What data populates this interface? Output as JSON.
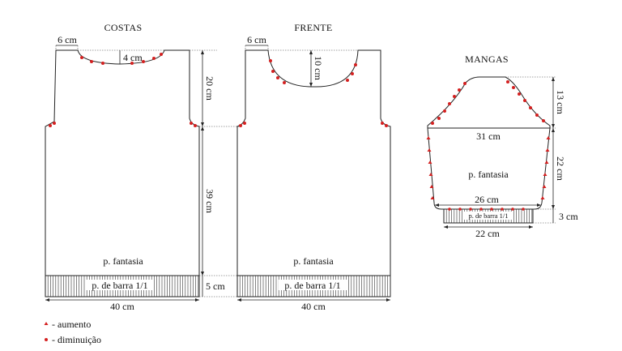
{
  "titles": {
    "back": "COSTAS",
    "front": "FRENTE",
    "sleeves": "MANGAS"
  },
  "back": {
    "shoulder": "6 cm",
    "neck_depth": "4 cm",
    "armhole": "20 cm",
    "body": "39 cm",
    "rib_height": "5 cm",
    "width": "40 cm",
    "stitch": "p. fantasia",
    "rib": "p. de barra 1/1"
  },
  "front": {
    "shoulder": "6 cm",
    "neck_depth": "10 cm",
    "width": "40 cm",
    "stitch": "p. fantasia",
    "rib": "p. de barra 1/1"
  },
  "sleeve": {
    "cap_height": "13 cm",
    "top_width": "31 cm",
    "length": "22 cm",
    "lower_width": "26 cm",
    "rib_height": "3 cm",
    "cuff_width": "22 cm",
    "stitch": "p. fantasia",
    "rib": "p. de barra 1/1"
  },
  "legend": {
    "increase": "- aumento",
    "decrease": "- diminuição"
  },
  "colors": {
    "marker": "#d42020",
    "line": "#222222"
  }
}
